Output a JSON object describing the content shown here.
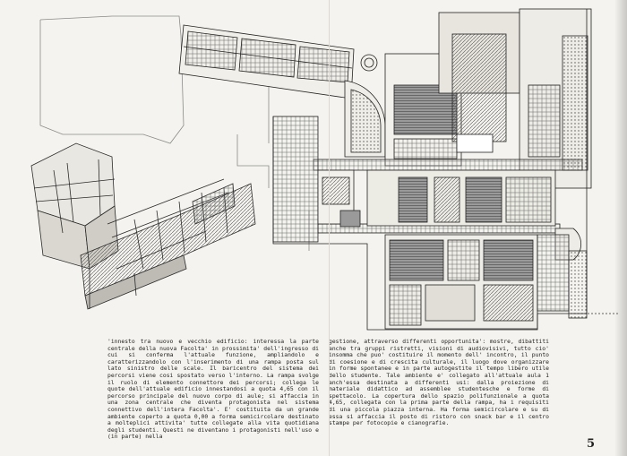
{
  "page": {
    "page_number": "5",
    "left_column_text": "'innesto tra nuovo e vecchio edificio: interessa la parte centrale della nuova Facolta' in prossimita' dell'ingresso di cui si conferma l'attuale funzione, ampliandolo e caratterizzandolo con l'inserimento di una rampa posta sul lato sinistro delle scale. Il baricentro del sistema dei percorsi viene cosi spostato verso l'interno. La rampa svolge il ruolo di elemento connettore dei percorsi; collega le quote dell'attuale edificio innestandosi a quota 4,65 con il percorso principale del nuovo corpo di aule; si affaccia in una zona centrale che diventa protagonista nel sistema connettivo dell'intera Facolta'. E' costituita da un grande ambiente coperto a quota 0,00 a forma semicircolare destinato a molteplici attivita' tutte collegate alla vita quotidiana degli studenti. Questi ne diventano i protagonisti nell'uso e (in parte) nella",
    "right_column_text": "gestione, attraverso differenti opportunita': mostre, dibattiti anche tra gruppi ristretti, visioni di audiovisivi, tutto cio' insomma che puo' costituire il momento dell' incontro, il punto di coesione e di crescita culturale, il luogo dove organizzare in forme spontanee e in parte autogestite il tempo libero utile dello studente. Tale ambiente e' collegato all'attuale aula 1 anch'essa destinata a differenti usi: dalla proiezione di materiale didattico ad assemblee studentesche e forme di spettacolo. La copertura dello spazio polifunzionale a quota 4,65, collegata con la prima parte della rampa, ha i requisiti di una piccola piazza interna. Ha forma semicircolare e su di essa si affaccia il posto di ristoro con snack bar e il centro stampe per fotocopie e cianografie."
  }
}
